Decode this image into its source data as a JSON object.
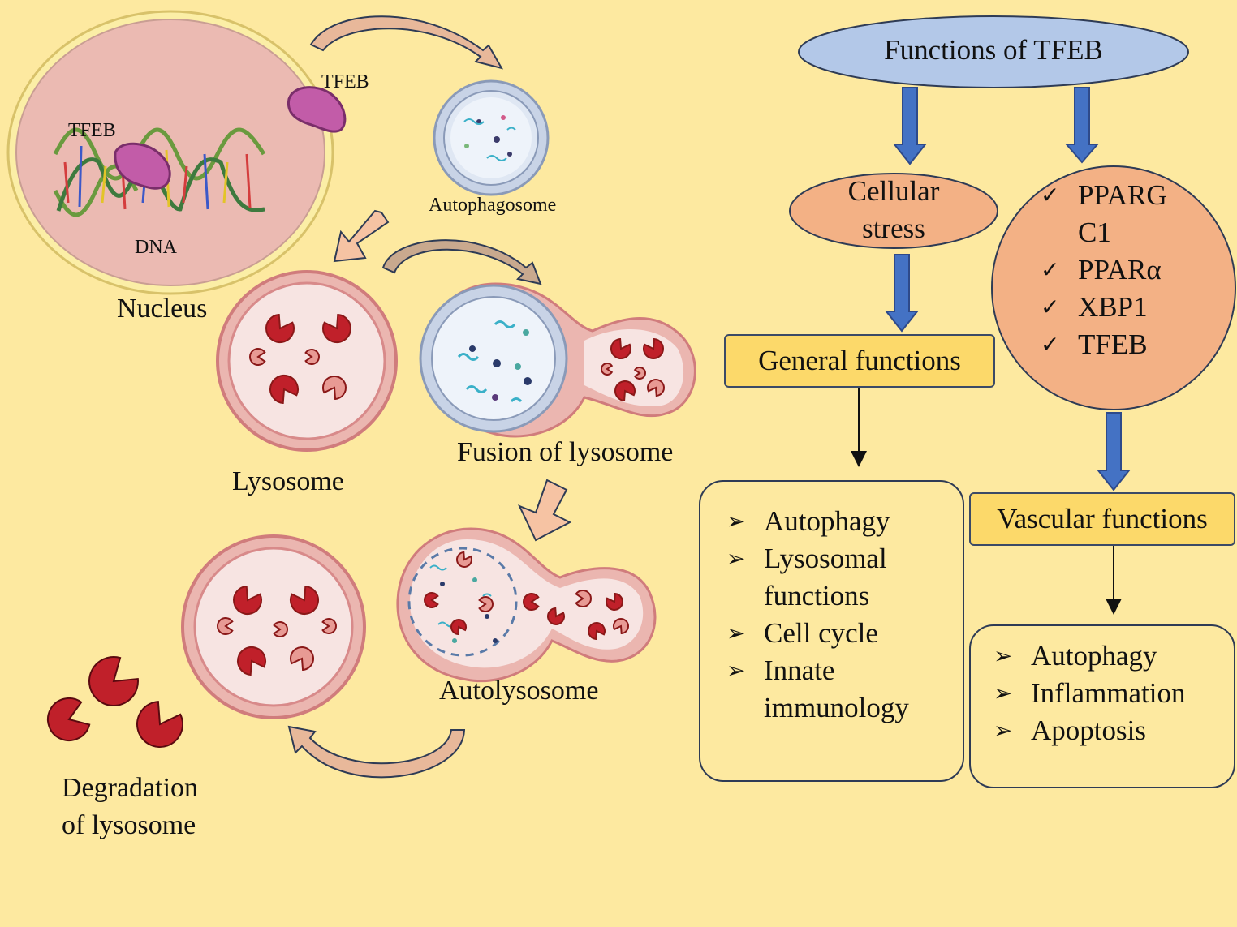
{
  "left": {
    "tfeb_outer": "TFEB",
    "tfeb_inner": "TFEB",
    "dna": "DNA",
    "nucleus": "Nucleus",
    "autophagosome": "Autophagosome",
    "lysosome": "Lysosome",
    "fusion": "Fusion of lysosome",
    "autolysosome": "Autolysosome",
    "degradation_1": "Degradation",
    "degradation_2": "of lysosome"
  },
  "right": {
    "title": "Functions of TFEB",
    "cellular_1": "Cellular",
    "cellular_2": "stress",
    "targets": [
      "PPARG",
      "C1",
      "PPARα",
      "XBP1",
      "TFEB"
    ],
    "general_title": "General functions",
    "general_items": [
      {
        "l1": "Autophagy",
        "l2": ""
      },
      {
        "l1": "Lysosomal",
        "l2": "functions"
      },
      {
        "l1": "Cell cycle",
        "l2": ""
      },
      {
        "l1": "Innate",
        "l2": "immunology"
      }
    ],
    "vascular_title": "Vascular functions",
    "vascular_items": [
      "Autophagy",
      "Inflammation",
      "Apoptosis"
    ]
  },
  "colors": {
    "background": "#fde9a0",
    "nucleus_fill": "#ebbab2",
    "title_ellipse": "#b3c8e8",
    "salmon": "#f3b185",
    "yellow_box": "#fcd96a",
    "blue_arrow": "#4472c4",
    "enzyme_red": "#c0202a"
  },
  "icons": {
    "bullet": "arrowhead-bullet-icon",
    "check": "checkmark-icon"
  }
}
